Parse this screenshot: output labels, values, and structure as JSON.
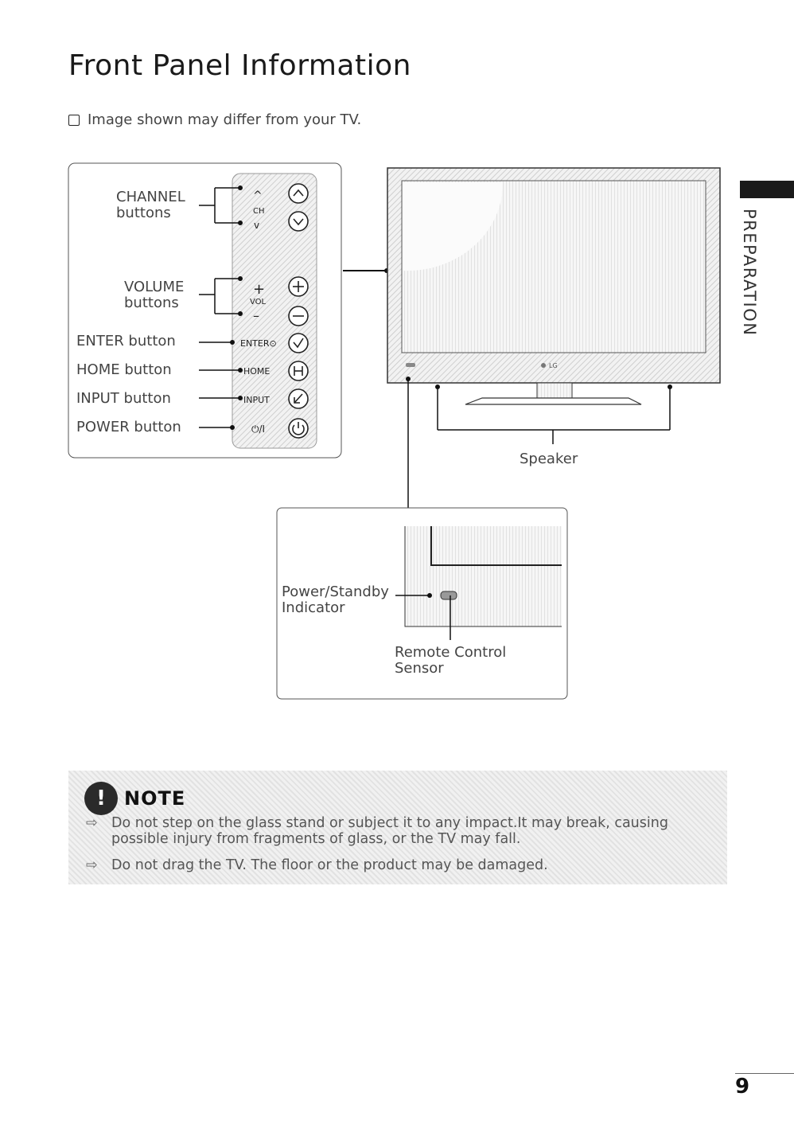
{
  "title": "Front Panel Information",
  "disclaimer": "Image shown may differ from your TV.",
  "side_tab": "PREPARATION",
  "panel": {
    "channel_label_1": "CHANNEL",
    "channel_label_2": "buttons",
    "volume_label_1": "VOLUME",
    "volume_label_2": "buttons",
    "enter_label": "ENTER button",
    "home_label": "HOME button",
    "input_label": "INPUT button",
    "power_label": "POWER button",
    "ch_text": "CH",
    "vol_text": "VOL",
    "enter_text": "ENTER⊙",
    "home_text": "HOME",
    "input_text": "INPUT",
    "power_text": "⏻/I",
    "plus": "+",
    "minus": "–",
    "up": "^",
    "down": "v"
  },
  "tv": {
    "speaker_label": "Speaker",
    "brand": "LG"
  },
  "detail": {
    "indicator_label_1": "Power/Standby",
    "indicator_label_2": "Indicator",
    "sensor_label_1": "Remote Control",
    "sensor_label_2": "Sensor"
  },
  "note": {
    "icon": "!",
    "title": "NOTE",
    "arrow": "⇨",
    "items": [
      "Do not step on the glass stand or subject it to any impact.It may break, causing possible injury from fragments of glass, or the TV may fall.",
      "Do not drag the TV. The floor or the product may be damaged."
    ]
  },
  "page_number": "9"
}
